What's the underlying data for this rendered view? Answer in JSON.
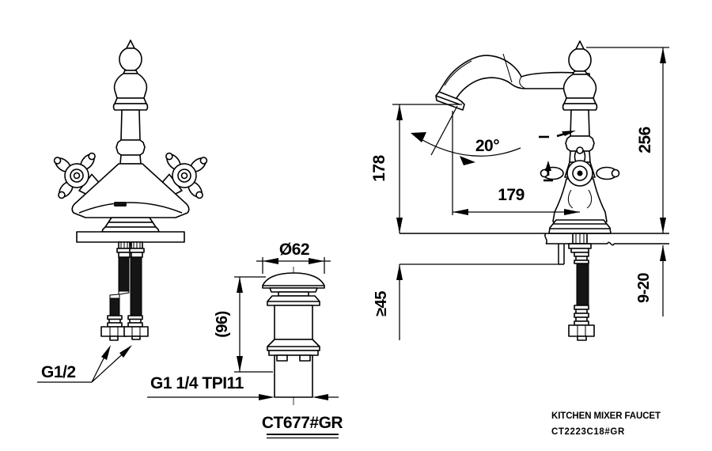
{
  "product": {
    "name": "KITCHEN MIXER FAUCET",
    "model": "CT2223C18#GR"
  },
  "front_view": {
    "supply_connection": "G1/2"
  },
  "drain_view": {
    "cap_diameter": "Ø62",
    "body_height": "(96)",
    "thread_spec": "G1 1/4 TPI11",
    "model": "CT677#GR"
  },
  "side_view": {
    "spout_angle": "20°",
    "spout_outlet_height": "178",
    "spout_reach": "179",
    "overall_height": "256",
    "min_clearance_below": "≥45",
    "deck_thickness_range": "9-20"
  }
}
